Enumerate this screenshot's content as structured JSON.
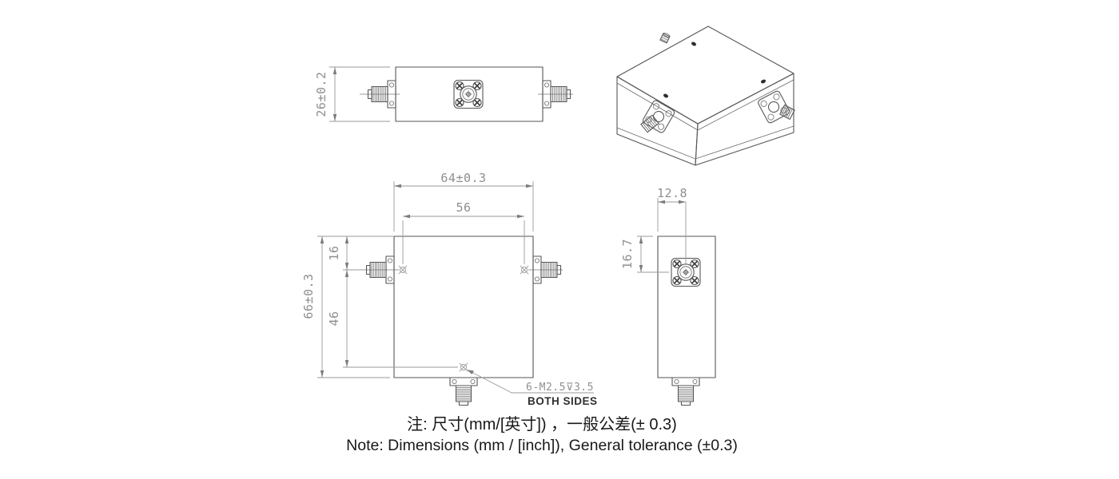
{
  "drawing": {
    "dims": {
      "top_view_height": "26±0.2",
      "front_width": "64±0.3",
      "hole_spacing": "56",
      "port_offset_top": "16",
      "hole_offset_bottom": "46",
      "front_height": "66±0.3",
      "side_port_x": "12.8",
      "side_port_y": "16.7",
      "screw_spec": "6-M2.5⊽3.5",
      "screw_note": "BOTH SIDES"
    },
    "notes": {
      "cn": "注: 尺寸(mm/[英寸]) ，一般公差(± 0.3)",
      "en": "Note: Dimensions (mm / [inch]), General tolerance (±0.3)"
    }
  }
}
